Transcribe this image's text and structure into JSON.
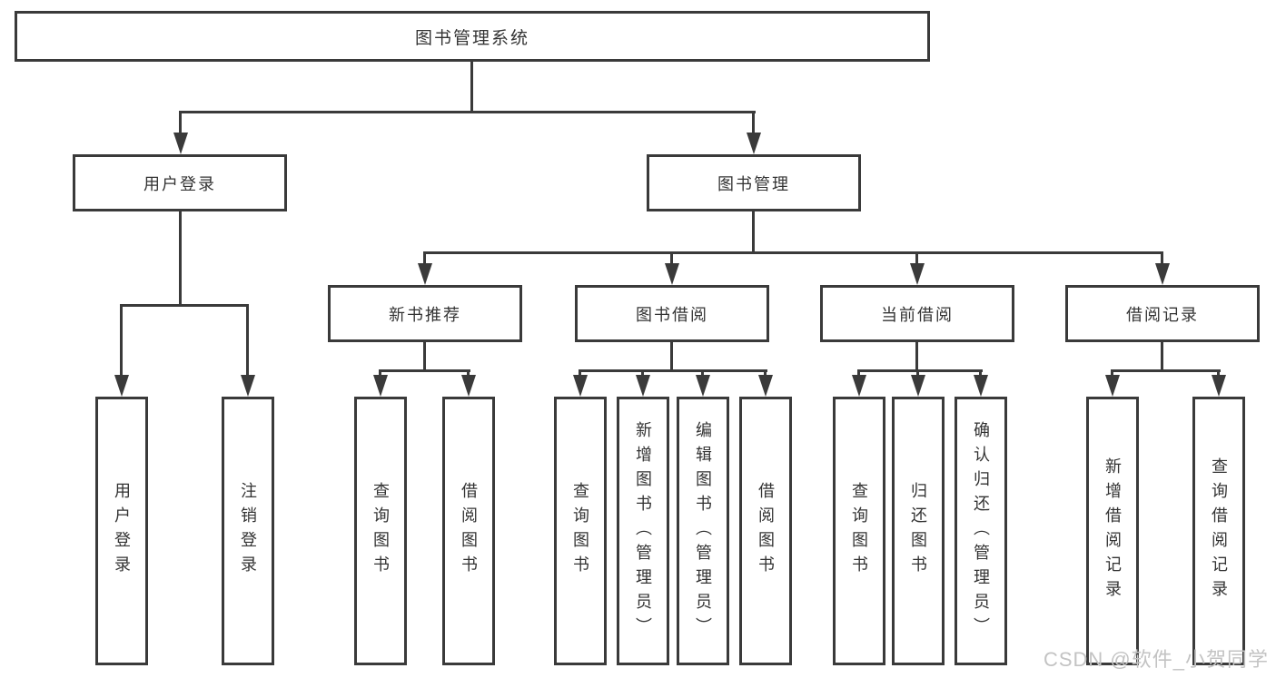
{
  "diagram": {
    "root": {
      "label": "图书管理系统"
    },
    "branches": [
      {
        "label": "用户登录",
        "children": [
          {
            "label": "用户登录"
          },
          {
            "label": "注销登录"
          }
        ]
      },
      {
        "label": "图书管理",
        "children": [
          {
            "label": "新书推荐",
            "children": [
              {
                "label": "查询图书"
              },
              {
                "label": "借阅图书"
              }
            ]
          },
          {
            "label": "图书借阅",
            "children": [
              {
                "label": "查询图书"
              },
              {
                "label": "新增图书（管理员）"
              },
              {
                "label": "编辑图书（管理员）"
              },
              {
                "label": "借阅图书"
              }
            ]
          },
          {
            "label": "当前借阅",
            "children": [
              {
                "label": "查询图书"
              },
              {
                "label": "归还图书"
              },
              {
                "label": "确认归还（管理员）"
              }
            ]
          },
          {
            "label": "借阅记录",
            "children": [
              {
                "label": "新增借阅记录"
              },
              {
                "label": "查询借阅记录"
              }
            ]
          }
        ]
      }
    ]
  },
  "watermark": {
    "text": "CSDN @软件_小贺同学"
  },
  "colors": {
    "line": "#3a3a3a",
    "text": "#333333",
    "background": "#ffffff",
    "watermark": "#c3c3c3"
  }
}
